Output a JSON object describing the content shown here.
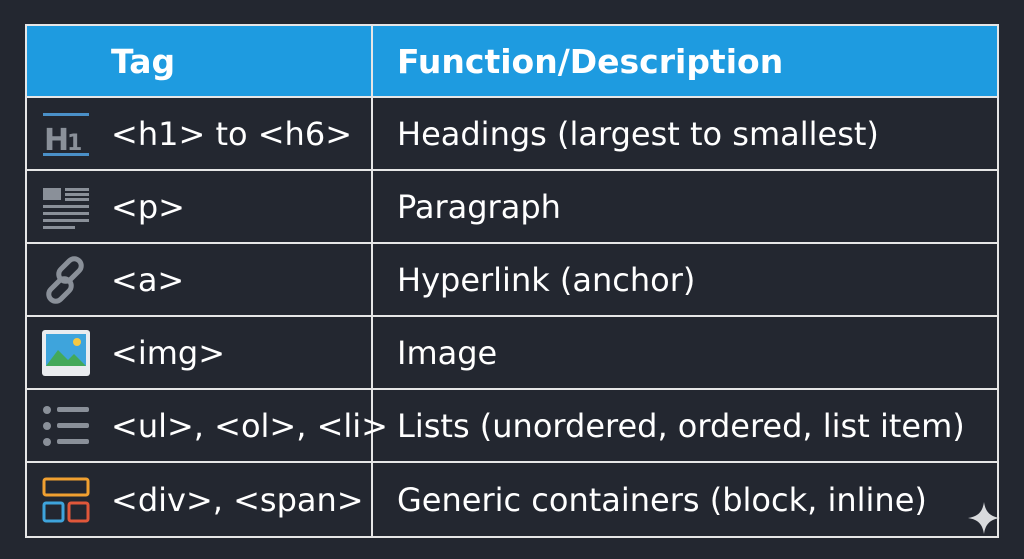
{
  "header": {
    "tag": "Tag",
    "description": "Function/Description"
  },
  "rows": [
    {
      "icon": "heading-icon",
      "tag": "<h1> to <h6>",
      "description": "Headings (largest to smallest)"
    },
    {
      "icon": "paragraph-icon",
      "tag": "<p>",
      "description": "Paragraph"
    },
    {
      "icon": "link-icon",
      "tag": "<a>",
      "description": "Hyperlink (anchor)"
    },
    {
      "icon": "image-icon",
      "tag": "<img>",
      "description": "Image"
    },
    {
      "icon": "list-icon",
      "tag": "<ul>, <ol>, <li>",
      "description": "Lists (unordered, ordered, list item)"
    },
    {
      "icon": "container-icon",
      "tag": "<div>, <span>",
      "description": "Generic containers (block, inline)"
    }
  ],
  "colors": {
    "background": "#232730",
    "header": "#1e9be0",
    "border": "#e6e6e6",
    "icon_gray": "#8a9099"
  }
}
